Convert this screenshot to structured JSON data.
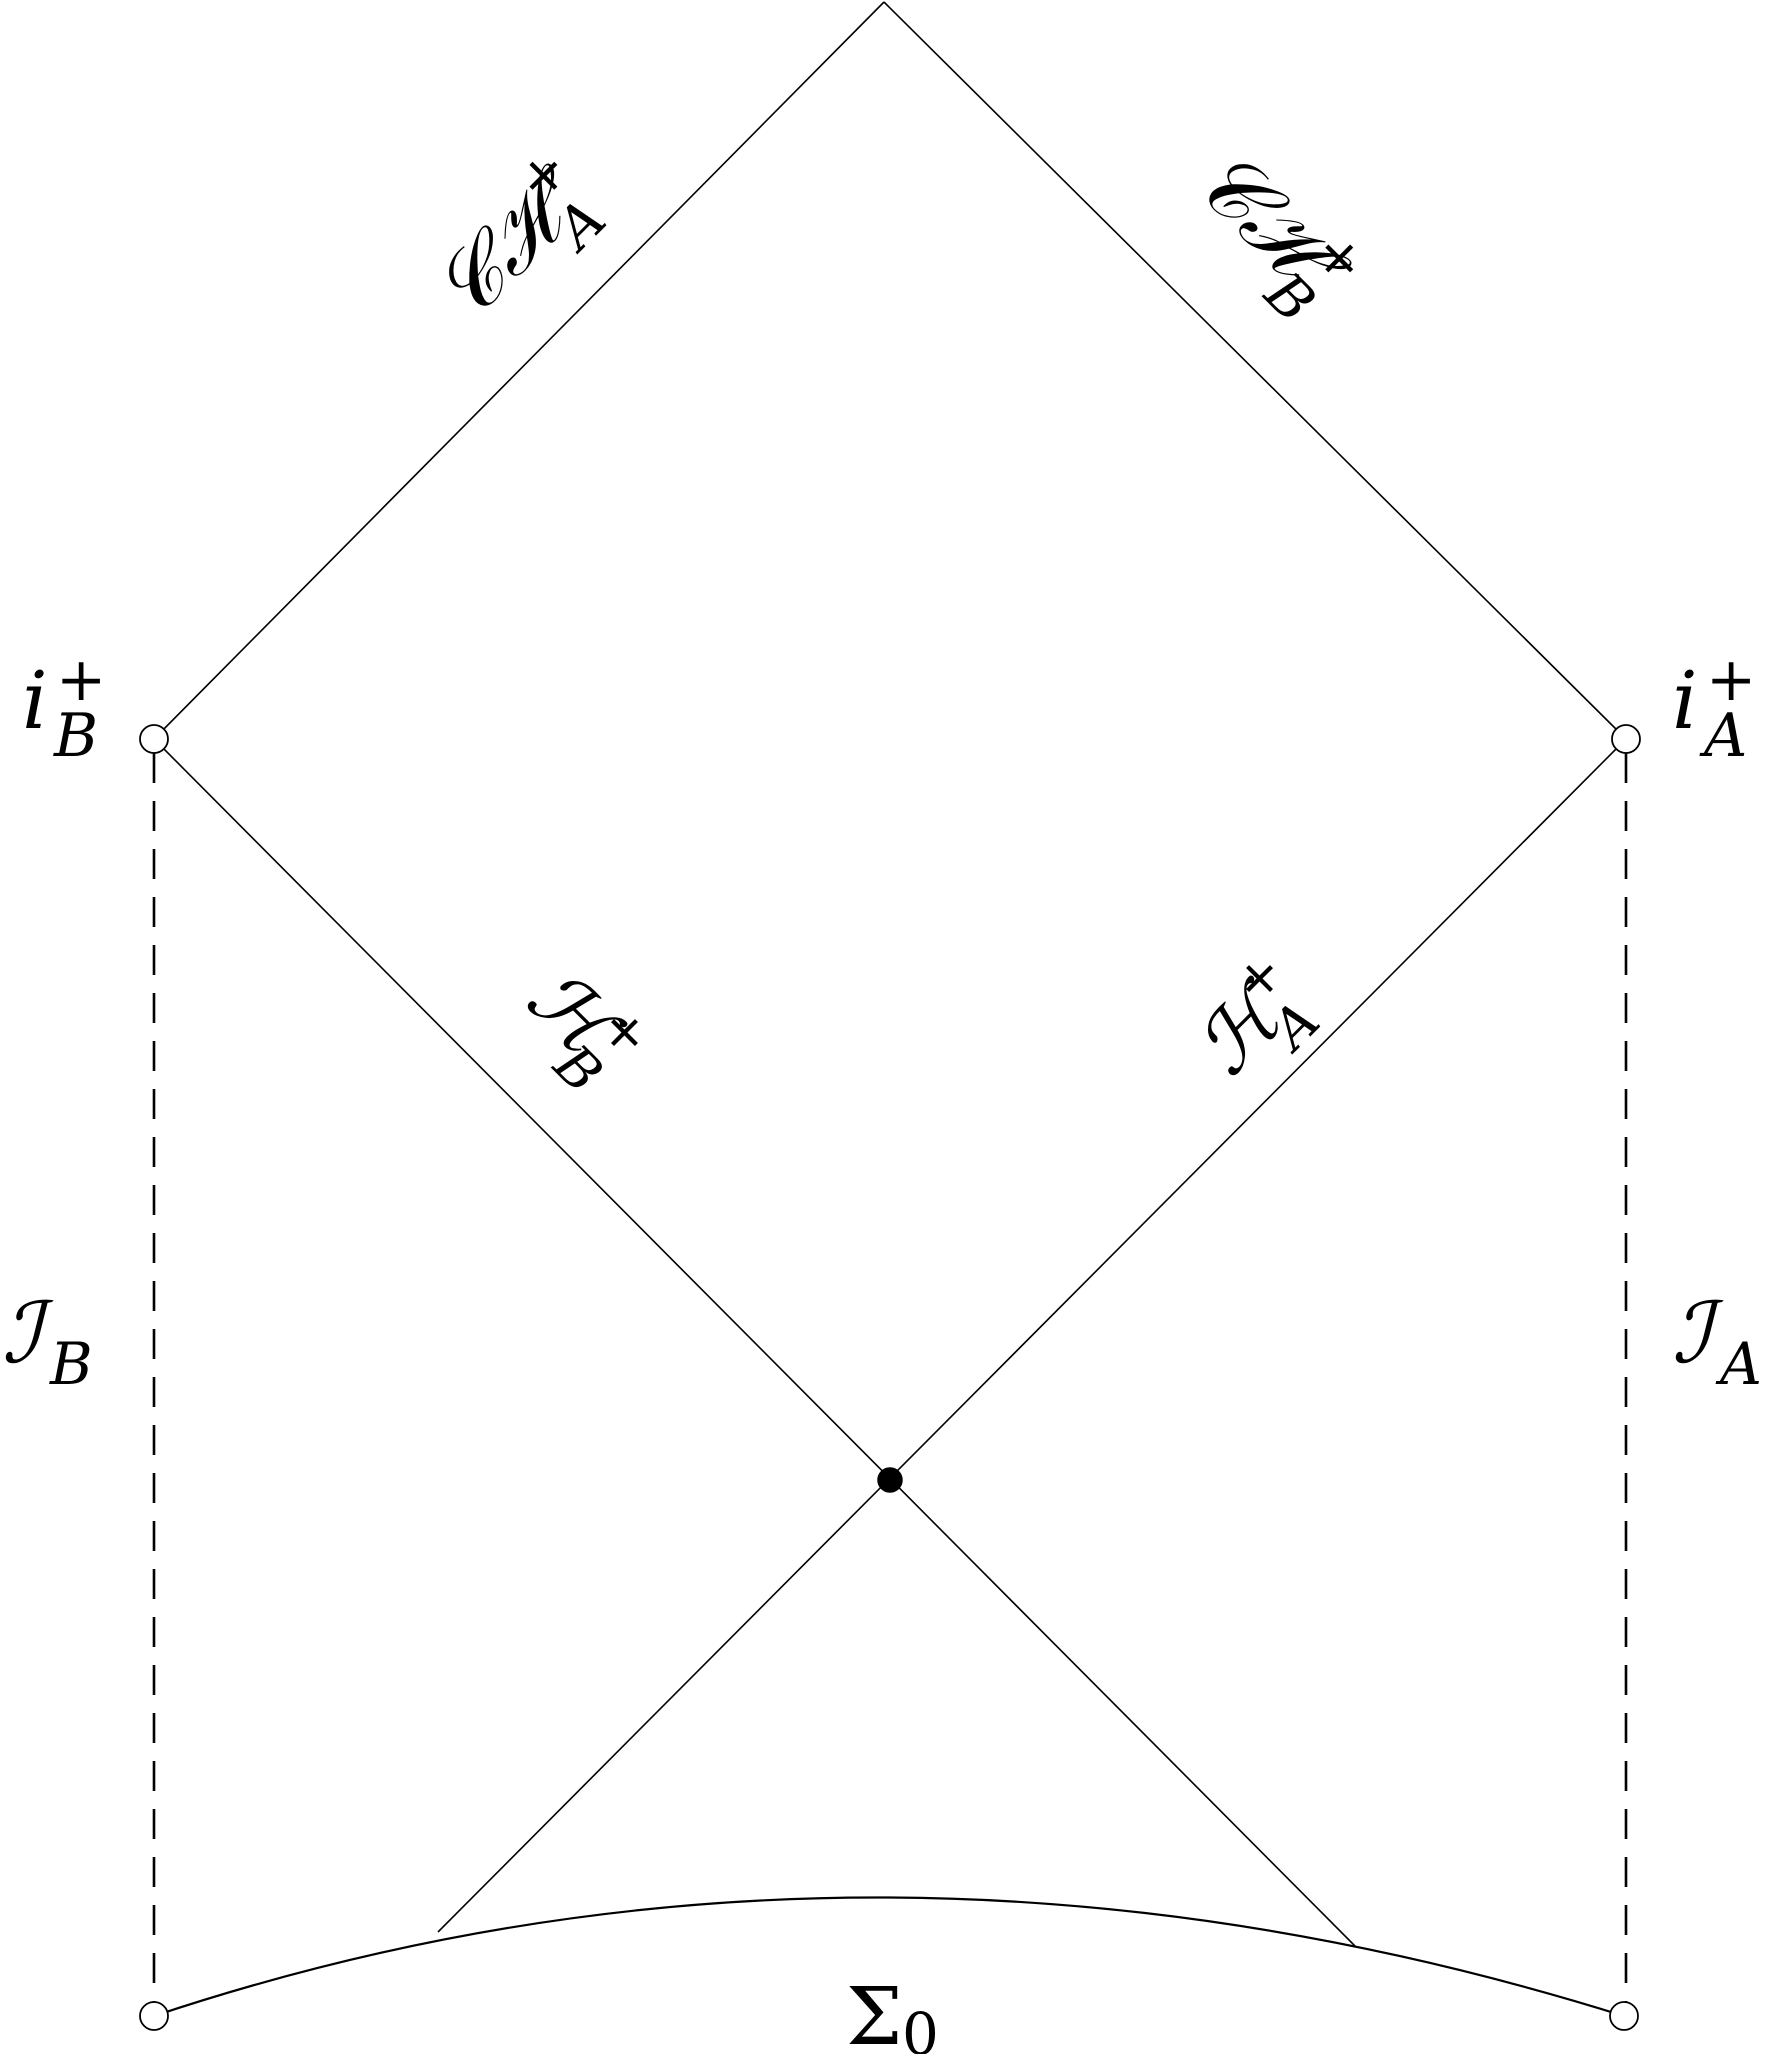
{
  "labels": {
    "ch_a": {
      "main": "𝒞ℋ",
      "sup": "+",
      "sub": "A"
    },
    "ch_b": {
      "main": "𝒞ℋ",
      "sup": "+",
      "sub": "B"
    },
    "h_b": {
      "main": "ℋ",
      "sup": "+",
      "sub": "B"
    },
    "h_a": {
      "main": "ℋ",
      "sup": "+",
      "sub": "A"
    },
    "i_b": {
      "main": "i",
      "sup": "+",
      "sub": "B"
    },
    "i_a": {
      "main": "i",
      "sup": "+",
      "sub": "A"
    },
    "scri_b": {
      "main": "ℐ",
      "sub": "B"
    },
    "scri_a": {
      "main": "ℐ",
      "sub": "A"
    },
    "sigma_0": {
      "main": "Σ",
      "sub": "0"
    }
  }
}
